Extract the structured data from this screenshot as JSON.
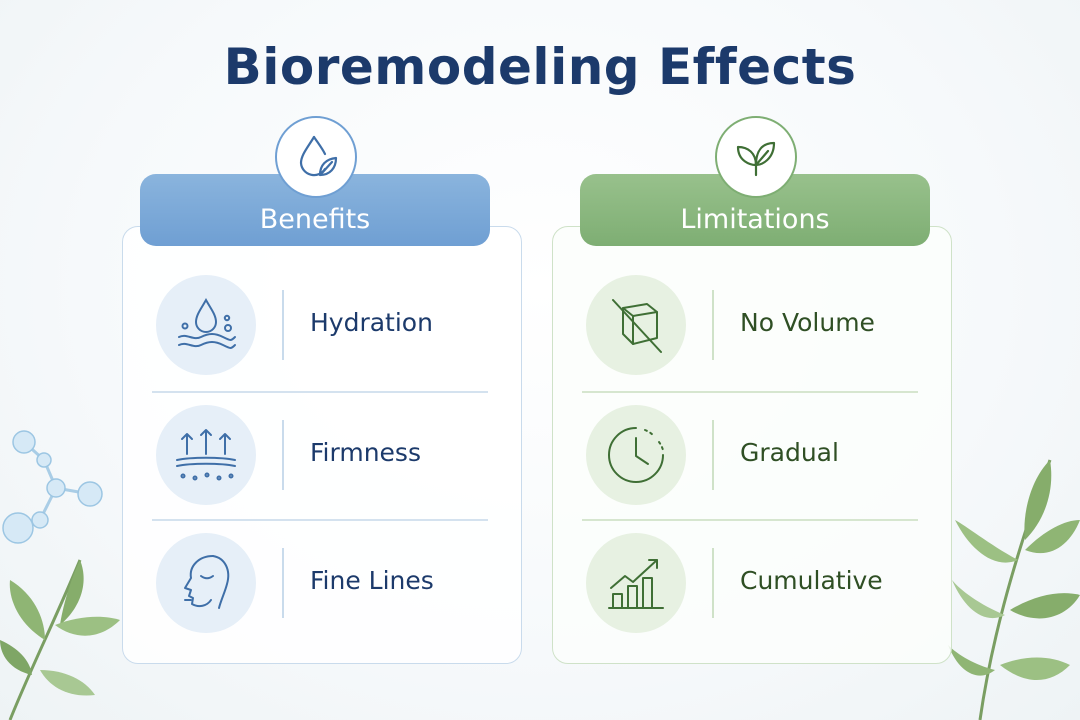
{
  "title": "Bioremodeling Effects",
  "benefits": {
    "heading": "Benefits",
    "header_icon": "water-drop-leaf-icon",
    "color": "#6f9fd3",
    "items": [
      {
        "label": "Hydration",
        "icon": "droplet-waves-icon"
      },
      {
        "label": "Firmness",
        "icon": "lift-arrows-icon"
      },
      {
        "label": "Fine Lines",
        "icon": "face-profile-icon"
      }
    ]
  },
  "limitations": {
    "heading": "Limitations",
    "header_icon": "leaves-icon",
    "color": "#7eae73",
    "items": [
      {
        "label": "No Volume",
        "icon": "crossed-cube-icon"
      },
      {
        "label": "Gradual",
        "icon": "clock-icon"
      },
      {
        "label": "Cumulative",
        "icon": "rising-bar-chart-icon"
      }
    ]
  }
}
